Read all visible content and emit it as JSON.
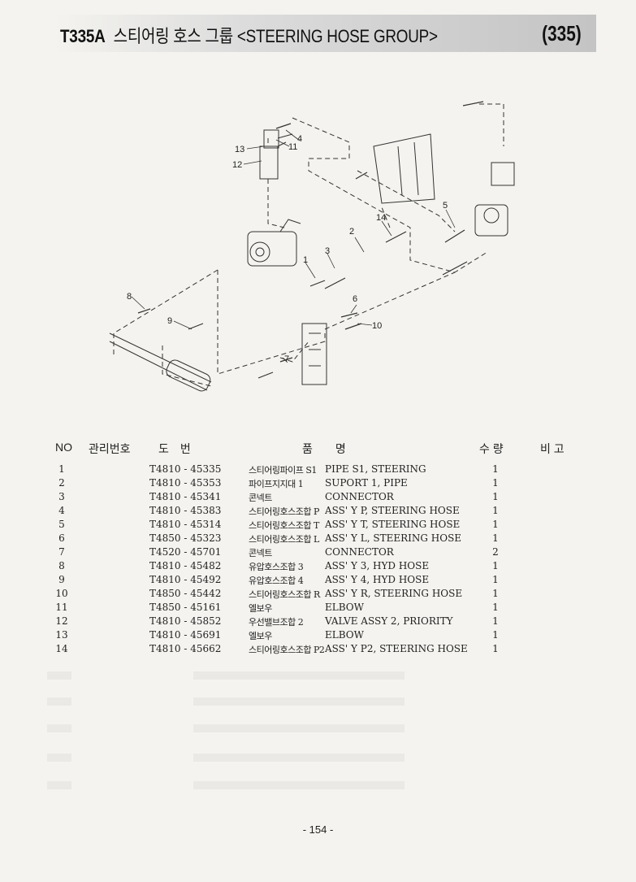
{
  "header": {
    "code": "T335A",
    "title": "스티어링 호스 그룹 <STEERING HOSE GROUP>",
    "page_code": "(335)"
  },
  "callouts": [
    "1",
    "2",
    "3",
    "4",
    "5",
    "6",
    "7",
    "8",
    "9",
    "10",
    "11",
    "12",
    "13",
    "14"
  ],
  "table": {
    "headers": {
      "no": "NO",
      "mgmt": "관리번호",
      "drawing": "도　번",
      "name": "품　　명",
      "qty": "수 량",
      "remark": "비 고"
    },
    "rows": [
      {
        "no": "1",
        "part": "T4810 - 45335",
        "kor": "스티어링파이프 S1",
        "eng": "PIPE S1, STEERING",
        "qty": "1"
      },
      {
        "no": "2",
        "part": "T4810 - 45353",
        "kor": "파이프지지대 1",
        "eng": "SUPORT 1, PIPE",
        "qty": "1"
      },
      {
        "no": "3",
        "part": "T4810 - 45341",
        "kor": "콘넥트",
        "eng": "CONNECTOR",
        "qty": "1"
      },
      {
        "no": "4",
        "part": "T4810 - 45383",
        "kor": "스티어링호스조합 P",
        "eng": "ASS' Y P, STEERING HOSE",
        "qty": "1"
      },
      {
        "no": "5",
        "part": "T4810 - 45314",
        "kor": "스티어링호스조합 T",
        "eng": "ASS' Y T, STEERING HOSE",
        "qty": "1"
      },
      {
        "no": "6",
        "part": "T4850 - 45323",
        "kor": "스티어링호스조합 L",
        "eng": "ASS' Y L, STEERING HOSE",
        "qty": "1"
      },
      {
        "no": "7",
        "part": "T4520 - 45701",
        "kor": "콘넥트",
        "eng": "CONNECTOR",
        "qty": "2"
      },
      {
        "no": "8",
        "part": "T4810 - 45482",
        "kor": "유압호스조합 3",
        "eng": "ASS' Y 3,  HYD HOSE",
        "qty": "1"
      },
      {
        "no": "9",
        "part": "T4810 - 45492",
        "kor": "유압호스조합 4",
        "eng": "ASS' Y 4,  HYD HOSE",
        "qty": "1"
      },
      {
        "no": "10",
        "part": "T4850 - 45442",
        "kor": "스티어링호스조합 R",
        "eng": "ASS' Y R, STEERING HOSE",
        "qty": "1"
      },
      {
        "no": "11",
        "part": "T4850 - 45161",
        "kor": "엘보우",
        "eng": "ELBOW",
        "qty": "1"
      },
      {
        "no": "12",
        "part": "T4810 - 45852",
        "kor": "우선밸브조합 2",
        "eng": "VALVE ASSY 2, PRIORITY",
        "qty": "1"
      },
      {
        "no": "13",
        "part": "T4810 - 45691",
        "kor": "엘보우",
        "eng": "ELBOW",
        "qty": "1"
      },
      {
        "no": "14",
        "part": "T4810 - 45662",
        "kor": "스티어링호스조합 P2",
        "eng": "ASS' Y P2, STEERING HOSE",
        "qty": "1"
      }
    ]
  },
  "footer": {
    "page_number": "- 154 -"
  }
}
